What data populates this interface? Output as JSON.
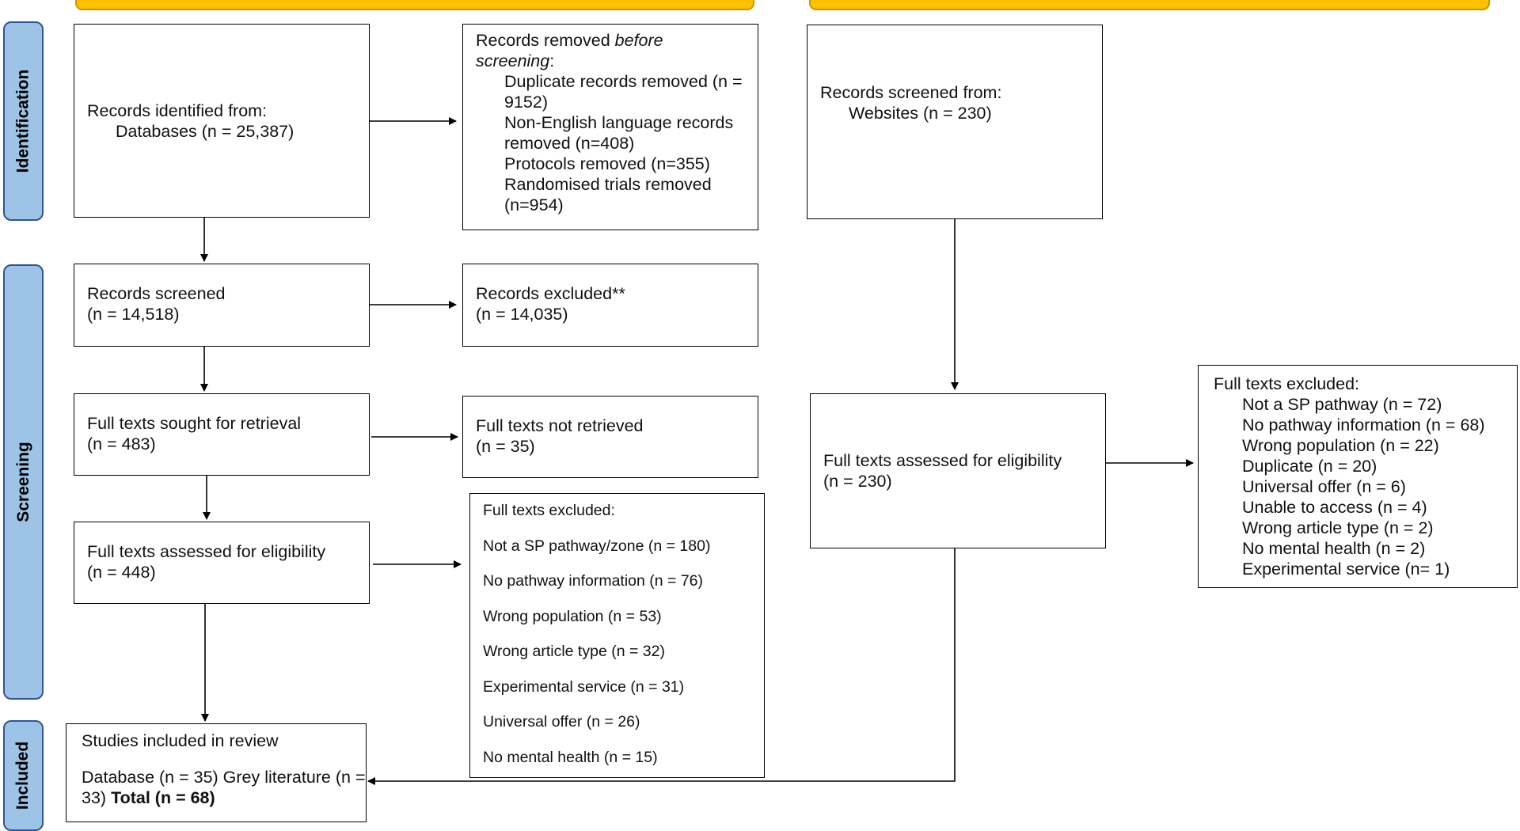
{
  "phases": {
    "identification": "Identification",
    "screening": "Screening",
    "included": "Included"
  },
  "identified": {
    "title": "Records identified from:",
    "databases": "Databases (n = 25,387)"
  },
  "removed_before": {
    "prefix": "Records removed ",
    "italic": "before screening",
    "suffix": ":",
    "items": [
      "Duplicate records removed (n = 9152)",
      "Non-English language records removed (n=408)",
      "Protocols removed (n=355)",
      "Randomised trials removed (n=954)"
    ]
  },
  "screened": {
    "title": "Records screened",
    "count": "(n = 14,518)"
  },
  "excluded": {
    "title": "Records excluded**",
    "count": "(n = 14,035)"
  },
  "sought": {
    "title": "Full texts sought for retrieval",
    "count": "(n = 483)"
  },
  "not_retrieved": {
    "title": "Full texts not retrieved",
    "count": "(n = 35)"
  },
  "assessed": {
    "title": "Full texts assessed for eligibility",
    "count": "(n = 448)"
  },
  "ft_excluded": {
    "title": "Full texts excluded:",
    "items": [
      "Not a SP pathway/zone (n = 180)",
      "No pathway information (n = 76)",
      "Wrong population (n = 53)",
      "Wrong article type (n = 32)",
      "Experimental service (n = 31)",
      "Universal offer (n = 26)",
      "No mental health (n = 15)"
    ]
  },
  "included": {
    "title": "Studies included in review",
    "body": "Database (n = 35) Grey literature (n = 33)",
    "total": "Total (n = 68)"
  },
  "web_screened": {
    "title": "Records screened from:",
    "websites": "Websites (n = 230)"
  },
  "web_assessed": {
    "title": "Full texts assessed for eligibility",
    "count": "(n = 230)"
  },
  "web_excluded": {
    "title": "Full texts excluded:",
    "items": [
      "Not a SP pathway (n = 72)",
      "No pathway information (n = 68)",
      "Wrong population (n = 22)",
      "Duplicate (n = 20)",
      "Universal offer (n = 6)",
      "Unable to access (n = 4)",
      "Wrong article type (n = 2)",
      "No mental health (n = 2)",
      "Experimental service (n= 1)"
    ]
  },
  "colors": {
    "phase_fill": "#9dc3e6",
    "phase_border": "#2f5597",
    "banner_fill": "#ffc000",
    "line": "#000000"
  }
}
